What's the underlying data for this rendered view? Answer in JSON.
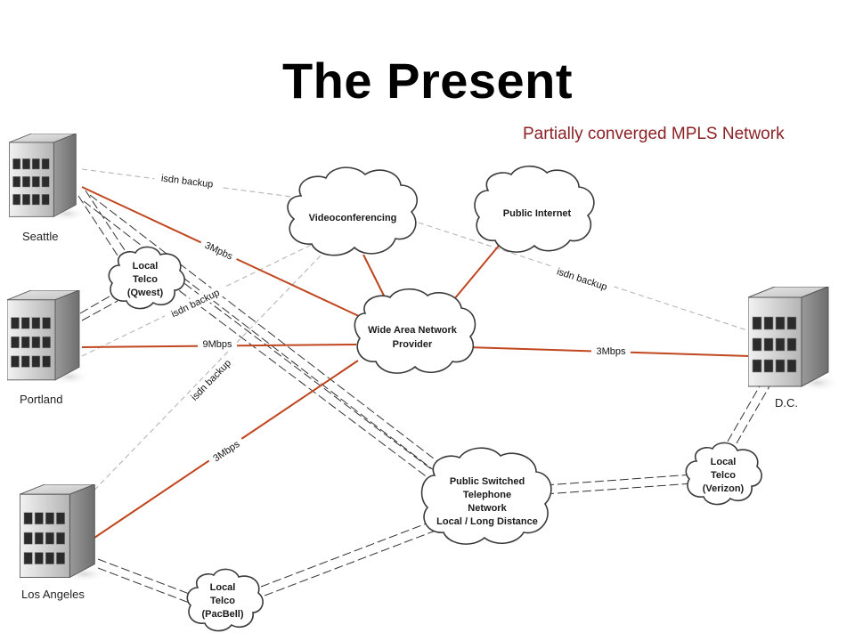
{
  "title": "The Present",
  "subtitle": "Partially converged MPLS Network",
  "sites": {
    "seattle": "Seattle",
    "portland": "Portland",
    "los_angeles": "Los Angeles",
    "dc": "D.C."
  },
  "clouds": {
    "videoconferencing": [
      "Videoconferencing"
    ],
    "public_internet": [
      "Public Internet"
    ],
    "wan": [
      "Wide Area Network",
      "Provider"
    ],
    "pstn": [
      "Public Switched",
      "Telephone",
      "Network",
      "Local / Long Distance"
    ],
    "telco_qwest": [
      "Local",
      "Telco",
      "(Qwest)"
    ],
    "telco_pacbell": [
      "Local",
      "Telco",
      "(PacBell)"
    ],
    "telco_verizon": [
      "Local",
      "Telco",
      "(Verizon)"
    ]
  },
  "links": {
    "seattle_wan": "3Mpbs",
    "portland_wan": "9Mbps",
    "la_wan": "3Mbps",
    "dc_wan": "3Mbps",
    "isdn_seattle": "isdn backup",
    "isdn_portland": "isdn backup",
    "isdn_la": "isdn backup",
    "isdn_dc": "isdn backup"
  },
  "colors": {
    "mpls_link": "#c0461f",
    "subtitle": "#8b2226",
    "isdn_link": "#b5b5b5"
  }
}
